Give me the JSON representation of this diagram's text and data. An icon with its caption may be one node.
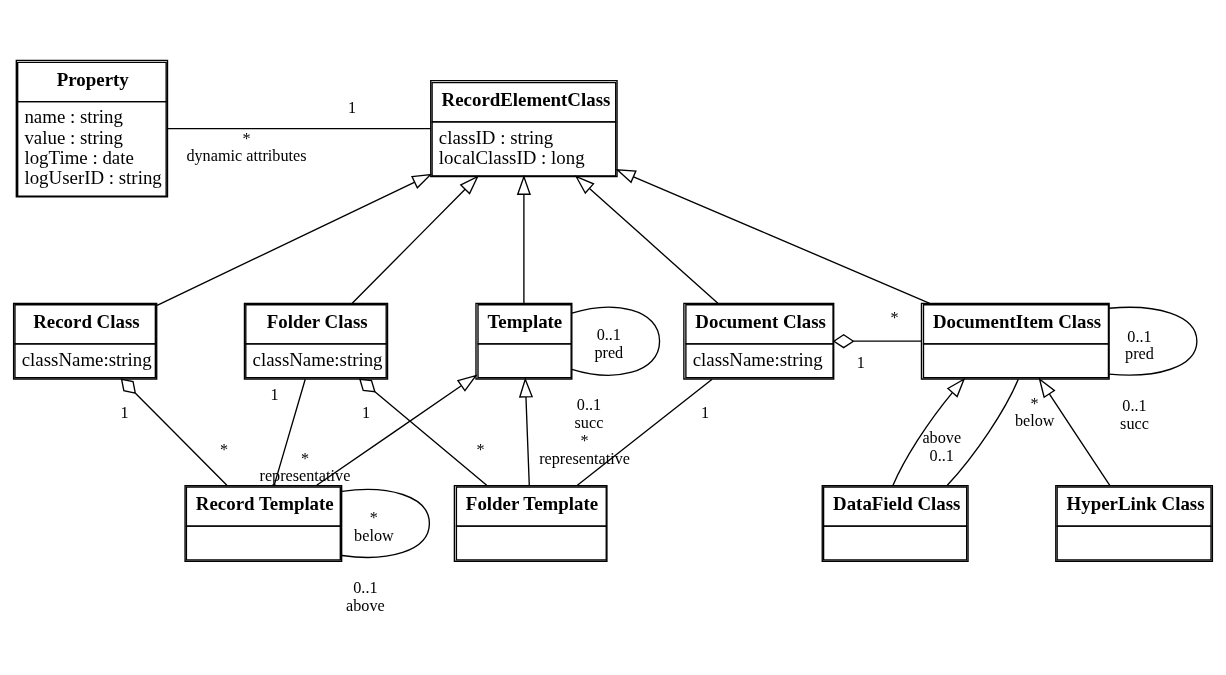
{
  "diagram": {
    "nodes": [
      {
        "text": [
          "Property",
          "name : string",
          "value : string",
          "logTime : date",
          "logUserID : string"
        ]
      },
      {
        "text": [
          "RecordElementClass",
          "classID : string",
          "localClassID : long"
        ]
      },
      {
        "text": [
          "Record Class",
          "className:string"
        ]
      },
      {
        "text": [
          "Template"
        ]
      },
      {
        "text": [
          "Folder Class",
          "className:string"
        ]
      },
      {
        "text": [
          "Document Class",
          "className:string"
        ]
      },
      {
        "text": [
          "DocumentItem Class"
        ]
      },
      {
        "text": [
          "Record Template"
        ]
      },
      {
        "text": [
          "Folder Template"
        ]
      },
      {
        "text": [
          "HyperLink Class"
        ]
      },
      {
        "text": [
          "DataField Class"
        ]
      }
    ],
    "edges": [
      {
        "from": 0,
        "to": 1,
        "arrow": "none"
      },
      {
        "from": 2,
        "to": 1,
        "arrow": "to"
      },
      {
        "from": 3,
        "to": 1,
        "arrow": "to"
      },
      {
        "from": 4,
        "to": 1,
        "arrow": "to"
      },
      {
        "from": 5,
        "to": 1,
        "arrow": "to"
      },
      {
        "from": 6,
        "to": 1,
        "arrow": "to"
      },
      {
        "from": 3,
        "to": 3,
        "arrow": "none"
      },
      {
        "from": 5,
        "to": 6,
        "arrow": "other"
      },
      {
        "from": 6,
        "to": 6,
        "arrow": "none"
      },
      {
        "from": 2,
        "to": 7,
        "arrow": "other"
      },
      {
        "from": 7,
        "to": 3,
        "arrow": "to"
      },
      {
        "from": 8,
        "to": 3,
        "arrow": "to"
      },
      {
        "from": 4,
        "to": 7,
        "arrow": "none"
      },
      {
        "from": 4,
        "to": 8,
        "arrow": "other"
      },
      {
        "from": 5,
        "to": 8,
        "arrow": "none"
      },
      {
        "from": 6,
        "to": 10,
        "arrow": "none"
      },
      {
        "from": 9,
        "to": 6,
        "arrow": "to"
      },
      {
        "from": 10,
        "to": 6,
        "arrow": "to"
      },
      {
        "from": 7,
        "to": 7,
        "arrow": "none"
      }
    ],
    "labels": [
      "*",
      "1",
      "dynamic attributes",
      "succ",
      "0..1",
      "0..1",
      "pred",
      "1",
      "*",
      "below",
      "*",
      "0..1",
      "0..1",
      "1",
      "succ",
      "pred",
      "1",
      "1",
      "1",
      "above",
      "0..1",
      "*",
      "*",
      "*",
      "*",
      "representative",
      "representative",
      "0..1",
      "*",
      "above",
      "below"
    ]
  }
}
